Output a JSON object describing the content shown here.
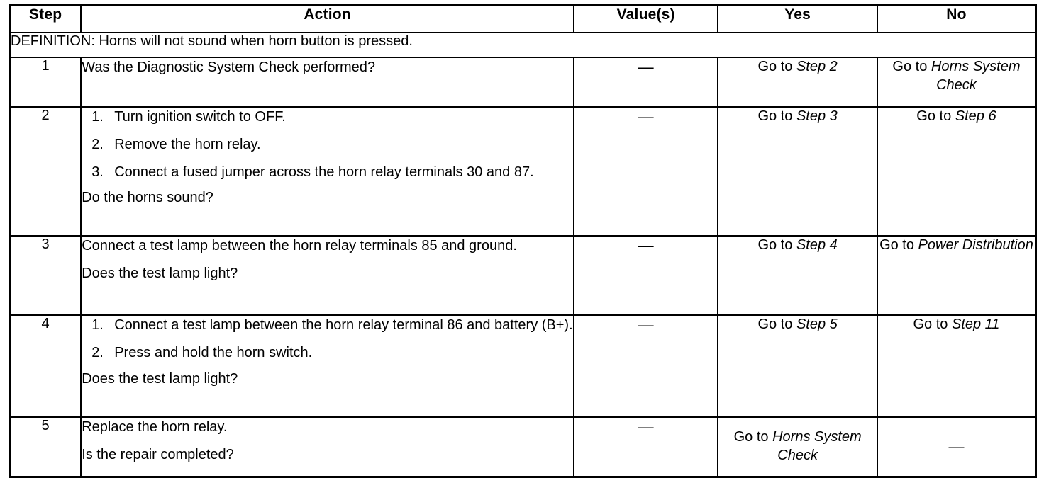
{
  "table": {
    "headers": {
      "step": "Step",
      "action": "Action",
      "values": "Value(s)",
      "yes": "Yes",
      "no": "No"
    },
    "definition": "DEFINITION: Horns will not sound when horn button is pressed.",
    "dash": "—",
    "goto_prefix": "Go to ",
    "rows": [
      {
        "step": "1",
        "action_lines": [
          "Was the Diagnostic System Check performed?"
        ],
        "value": "—",
        "yes_prefix": "Go to ",
        "yes_target": "Step 2",
        "no_prefix": "Go to ",
        "no_target": "Horns System Check"
      },
      {
        "step": "2",
        "substeps": [
          {
            "num": "1.",
            "text": "Turn ignition switch to OFF."
          },
          {
            "num": "2.",
            "text": "Remove the horn relay."
          },
          {
            "num": "3.",
            "text": "Connect a fused jumper across the horn relay terminals 30 and 87."
          }
        ],
        "tail": "Do the horns sound?",
        "value": "—",
        "yes_prefix": "Go to ",
        "yes_target": "Step 3",
        "no_prefix": "Go to ",
        "no_target": "Step 6"
      },
      {
        "step": "3",
        "action_lines": [
          "Connect a test lamp between the horn relay terminals 85 and ground.",
          "Does the test lamp light?"
        ],
        "value": "—",
        "yes_prefix": "Go to ",
        "yes_target": "Step 4",
        "no_prefix": "Go to ",
        "no_target": "Power Distribution"
      },
      {
        "step": "4",
        "substeps": [
          {
            "num": "1.",
            "text": "Connect a test lamp between the horn relay terminal 86 and battery (B+)."
          },
          {
            "num": "2.",
            "text": "Press and hold the horn switch."
          }
        ],
        "tail": "Does the test lamp light?",
        "value": "—",
        "yes_prefix": "Go to ",
        "yes_target": "Step 5",
        "no_prefix": "Go to ",
        "no_target": "Step 11"
      },
      {
        "step": "5",
        "action_lines": [
          "Replace the horn relay.",
          "Is the repair completed?"
        ],
        "value": "—",
        "yes_prefix": "Go to ",
        "yes_target": "Horns System Check",
        "no_prefix": "",
        "no_target": "",
        "no_dash": "—"
      }
    ]
  }
}
